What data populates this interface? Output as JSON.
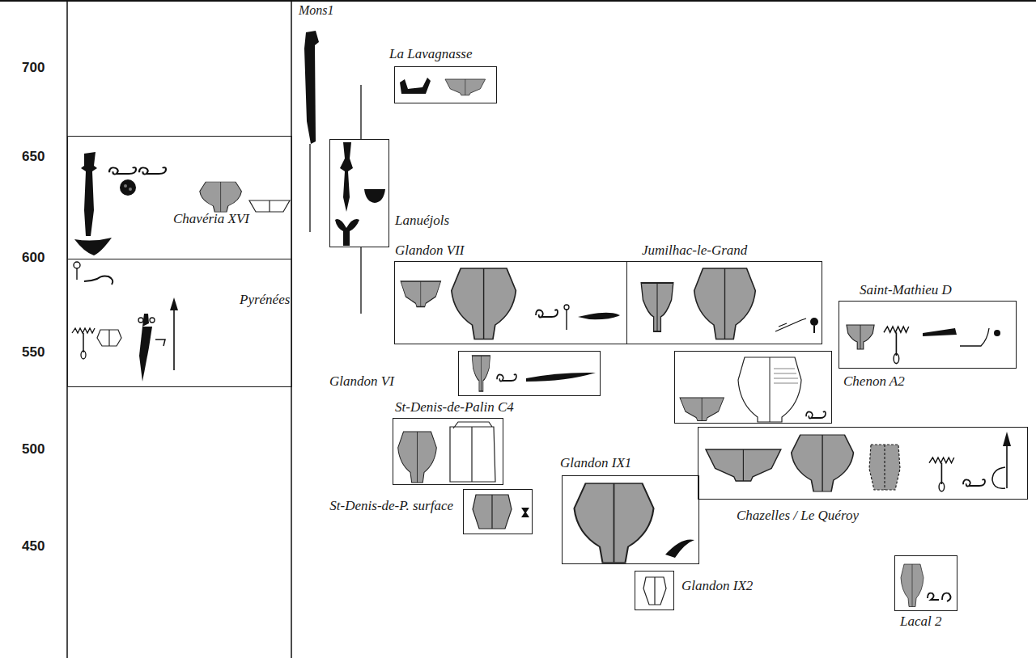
{
  "diagram": {
    "nodes": [
      {
        "text": [
          "Chavéria XVI"
        ]
      },
      {
        "text": [
          "Pyrénées"
        ]
      },
      {
        "text": [
          "La Lavagnasse"
        ]
      },
      {
        "text": [
          "Lanuéjols"
        ]
      },
      {
        "text": [
          "Glandon VII"
        ]
      },
      {
        "text": [
          "Jumilhac-le-Grand"
        ]
      },
      {
        "text": [
          "Saint-Mathieu D"
        ]
      },
      {
        "text": [
          "Glandon VI"
        ]
      },
      {
        "text": [
          "Chenon A2"
        ]
      },
      {
        "text": [
          "St-Denis-de-Palin C4"
        ]
      },
      {
        "text": [
          "St-Denis-de-P. surface"
        ]
      },
      {
        "text": [
          "Glandon IX1"
        ]
      },
      {
        "text": [
          "Chazelles / Le Quéroy"
        ]
      },
      {
        "text": [
          "Glandon IX2"
        ]
      },
      {
        "text": [
          "Lacal 2"
        ]
      }
    ],
    "labels": [
      "700",
      "650",
      "600",
      "550",
      "500",
      "450",
      "Mons1"
    ]
  }
}
